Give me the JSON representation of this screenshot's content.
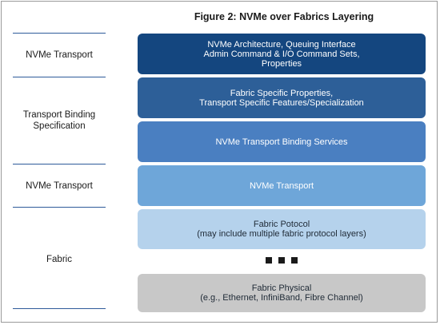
{
  "figure": {
    "title": "Figure 2: NVMe over Fabrics Layering"
  },
  "left_labels": [
    {
      "id": "nvme-transport-top",
      "text": "NVMe Transport"
    },
    {
      "id": "transport-binding",
      "text": "Transport Binding\nSpecification"
    },
    {
      "id": "nvme-transport-mid",
      "text": "NVMe Transport"
    },
    {
      "id": "fabric",
      "text": "Fabric"
    }
  ],
  "layers": [
    {
      "id": "nvme-architecture",
      "lines": [
        "NVMe Architecture, Queuing Interface",
        "Admin Command & I/O Command Sets,",
        "Properties"
      ],
      "fill": "#14467f",
      "text_color": "#ffffff"
    },
    {
      "id": "fabric-specific-properties",
      "lines": [
        "Fabric Specific Properties,",
        "Transport Specific Features/Specialization"
      ],
      "fill": "#2d5f98",
      "text_color": "#ffffff"
    },
    {
      "id": "binding-services",
      "lines": [
        "NVMe Transport Binding Services"
      ],
      "fill": "#4a7fc1",
      "text_color": "#ffffff"
    },
    {
      "id": "nvme-transport",
      "lines": [
        "NVMe Transport"
      ],
      "fill": "#6ea6d9",
      "text_color": "#ffffff"
    },
    {
      "id": "fabric-protocol",
      "lines": [
        "Fabric Potocol",
        "(may include multiple fabric protocol layers)"
      ],
      "fill": "#b5d2ec",
      "text_color": "#1f2a36"
    },
    {
      "id": "fabric-physical",
      "lines": [
        "Fabric Physical",
        "(e.g., Ethernet, InfiniBand, Fibre Channel)"
      ],
      "fill": "#c8c8c8",
      "text_color": "#1f2a36"
    }
  ],
  "ellipsis": {
    "dots": 3
  }
}
